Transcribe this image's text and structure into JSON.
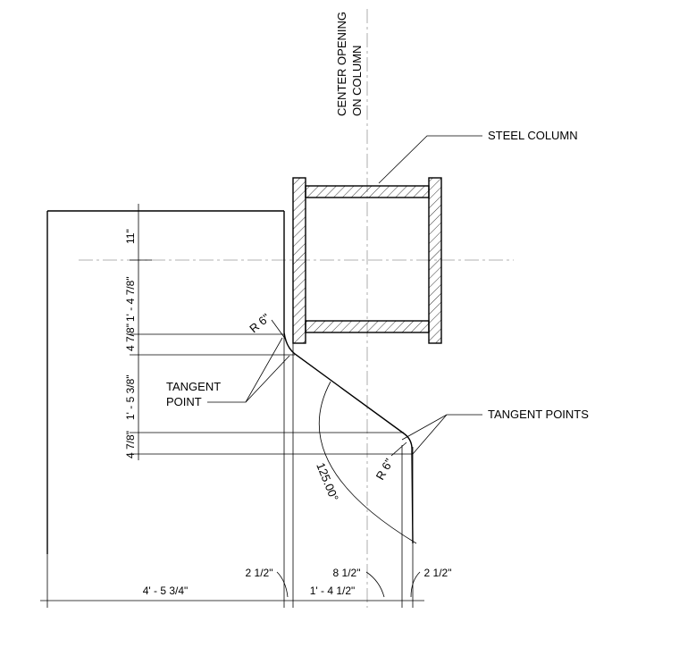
{
  "labels": {
    "center_opening_line1": "CENTER OPENING",
    "center_opening_line2": "ON COLUMN",
    "steel_column": "STEEL COLUMN",
    "tangent_point_line1": "TANGENT",
    "tangent_point_line2": "POINT",
    "tangent_points": "TANGENT POINTS",
    "radius_top": "R 6\"",
    "radius_bottom": "R 6\"",
    "angle": "125.00°"
  },
  "dimensions": {
    "vertical": [
      "11\"",
      "1' - 4 7/8\"",
      "4 7/8\"",
      "1' - 5 3/8\"",
      "4 7/8\""
    ],
    "horizontal": {
      "overall_left": "4' - 5 3/4\"",
      "left_offset": "2 1/2\"",
      "middle": "1' - 4 1/2\"",
      "center_offset": "8 1/2\"",
      "right_offset": "2 1/2\""
    }
  }
}
